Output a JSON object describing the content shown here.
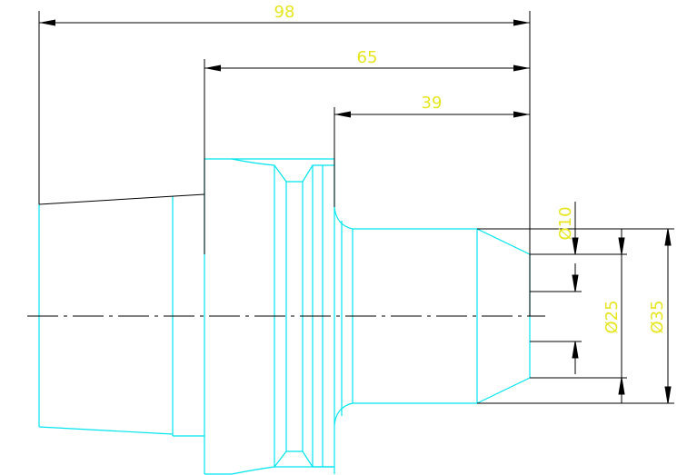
{
  "drawing": {
    "colors": {
      "background": "#ffffff",
      "geometry": "#00e5ee",
      "dimension": "#000000",
      "dimension_text": "#e6e61e",
      "outline": "#000000"
    },
    "dimensions": {
      "overall_length": "98",
      "middle_length": "65",
      "short_length": "39",
      "dia_small": "Ø10",
      "dia_mid": "Ø25",
      "dia_large": "Ø35"
    }
  }
}
